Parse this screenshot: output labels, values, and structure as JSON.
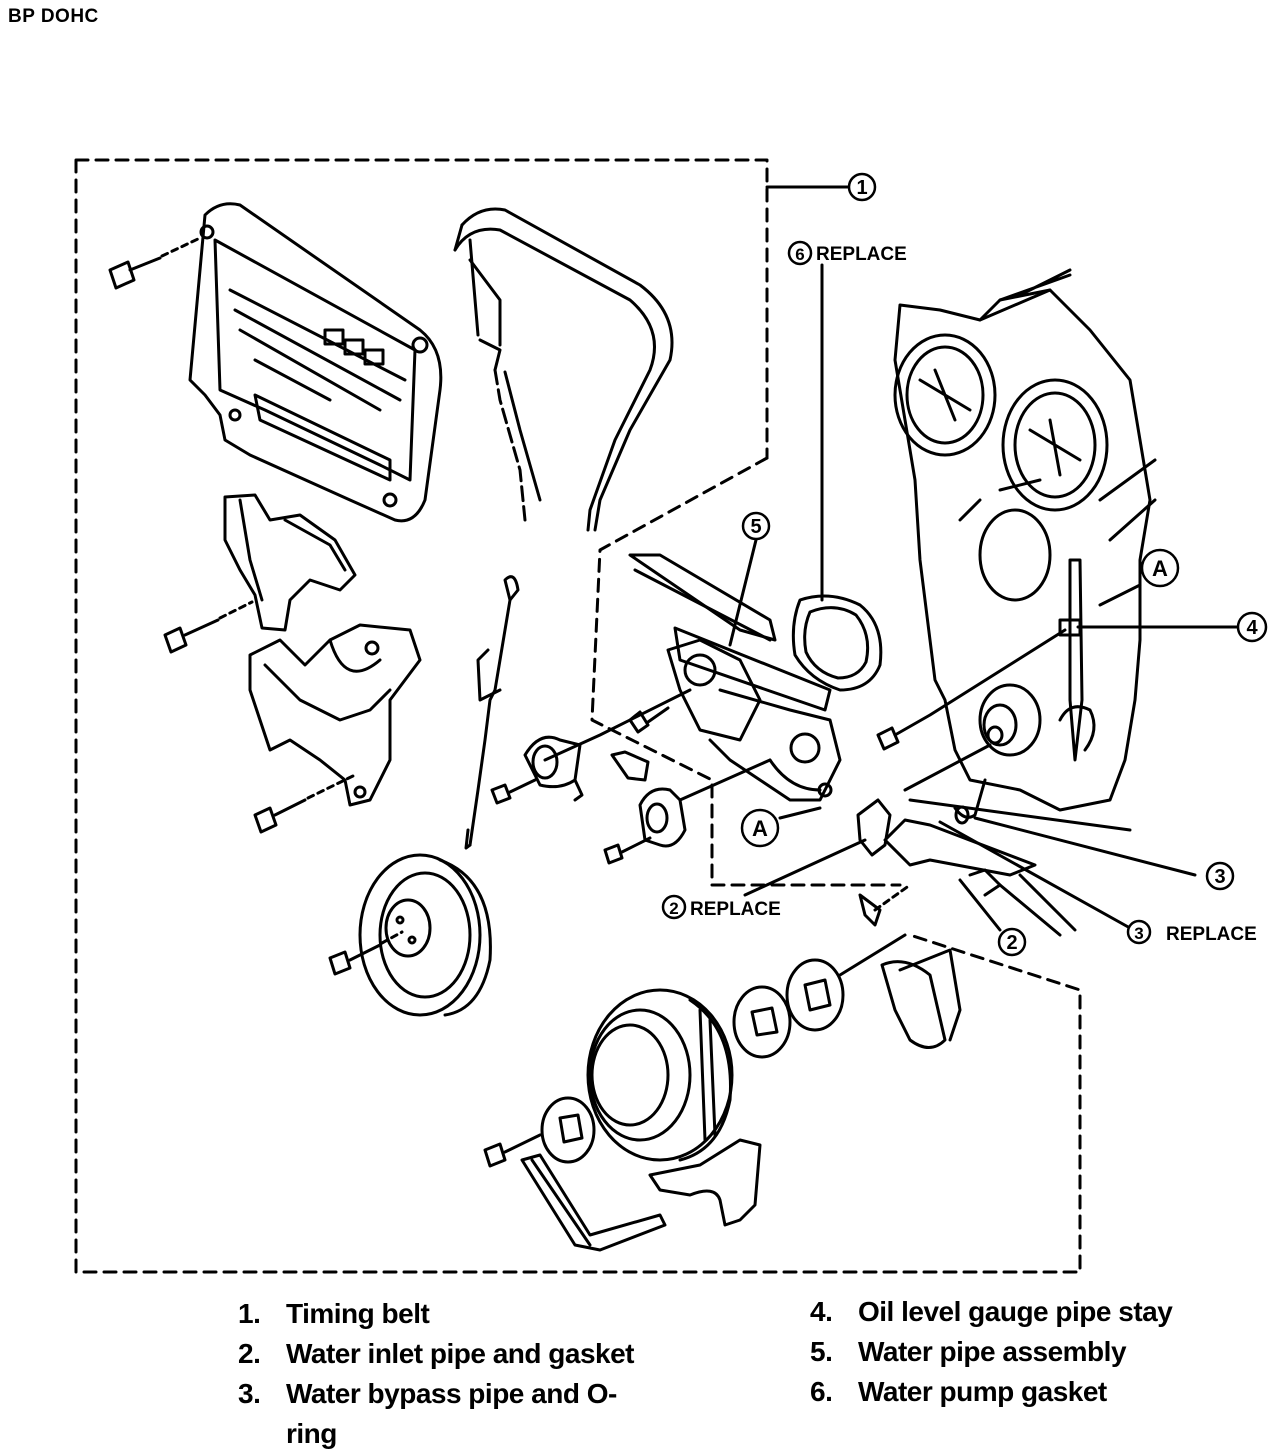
{
  "page": {
    "title": "BP DOHC"
  },
  "callouts": {
    "c1": "1",
    "c2a": "2",
    "c2b": "2",
    "c3a": "3",
    "c3b": "3",
    "c4": "4",
    "c5": "5",
    "c6": "6",
    "a1": "A",
    "a2": "A",
    "replace": "REPLACE"
  },
  "legend": {
    "left": [
      {
        "num": "1.",
        "text": "Timing belt"
      },
      {
        "num": "2.",
        "text": "Water inlet pipe and gasket"
      },
      {
        "num": "3.",
        "text": "Water bypass pipe and O-ring"
      }
    ],
    "right": [
      {
        "num": "4.",
        "text": "Oil level gauge pipe stay"
      },
      {
        "num": "5.",
        "text": "Water pipe assembly"
      },
      {
        "num": "6.",
        "text": "Water pump gasket"
      }
    ]
  }
}
